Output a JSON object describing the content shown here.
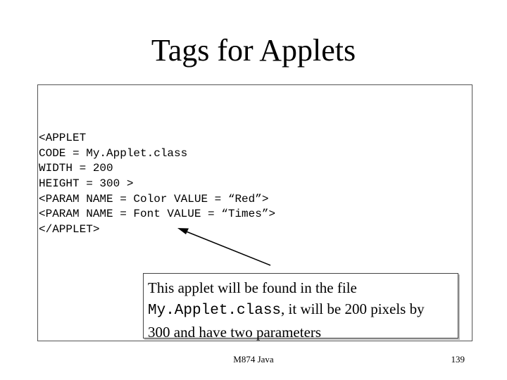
{
  "slide": {
    "title": "Tags for Applets"
  },
  "code": {
    "lines": [
      "<APPLET",
      "CODE = My.Applet.class",
      "WIDTH = 200",
      "HEIGHT = 300 >",
      "<PARAM NAME = Color VALUE = “Red”>",
      "<PARAM NAME = Font VALUE = “Times”>",
      "</APPLET>"
    ]
  },
  "callout": {
    "line1": "This applet will be found in the file",
    "line2_code": "My.Applet.class",
    "line2_rest": ", it will be 200 pixels by",
    "line3": "300 and have two parameters"
  },
  "footer": {
    "course": "M874 Java",
    "page": "139"
  }
}
